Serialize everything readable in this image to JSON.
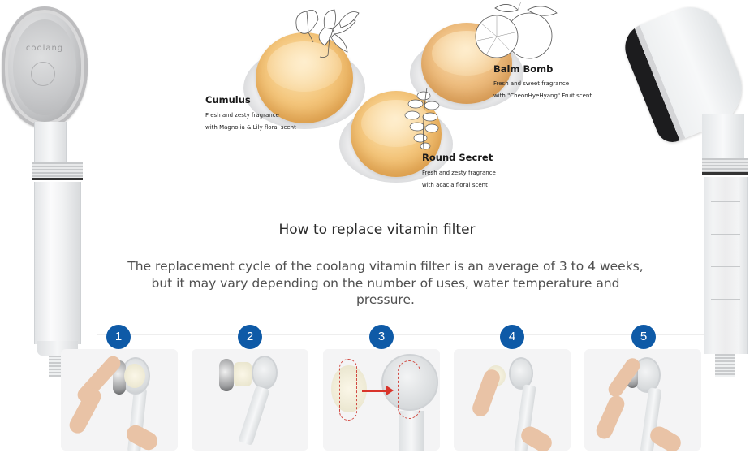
{
  "product_images": {
    "left_shower_head": {
      "brand_mark": "coolang"
    },
    "right_shower_head": {}
  },
  "scents": [
    {
      "name": "Cumulus",
      "description_line1": "Fresh and zesty fragrance",
      "description_line2": "with Magnolia & Lily floral scent",
      "illustration": "lily-flower-icon"
    },
    {
      "name": "Balm Bomb",
      "description_line1": "Fresh and sweet fragrance",
      "description_line2": "with \"CheonHyeHyang\" Fruit scent",
      "illustration": "orange-fruit-icon"
    },
    {
      "name": "Round Secret",
      "description_line1": "Fresh and zesty fragrance",
      "description_line2": "with acacia floral scent",
      "illustration": "acacia-flower-icon"
    }
  ],
  "section": {
    "title": "How to replace vitamin filter",
    "description": "The replacement cycle of the coolang vitamin filter is an average of 3 to 4 weeks, but it may vary depending on the number of uses, water temperature and pressure."
  },
  "steps": [
    {
      "number": "1",
      "image": "unscrew-head-cover"
    },
    {
      "number": "2",
      "image": "separated-parts"
    },
    {
      "number": "3",
      "image": "align-filter-arrow"
    },
    {
      "number": "4",
      "image": "insert-filter"
    },
    {
      "number": "5",
      "image": "screw-cover-back"
    }
  ],
  "colors": {
    "step_badge": "#0e5aa7",
    "filter_amber": "#f4c67c",
    "alignment_marker": "#d9342b",
    "heading_text": "#2a2a2a",
    "body_text": "#505050"
  }
}
